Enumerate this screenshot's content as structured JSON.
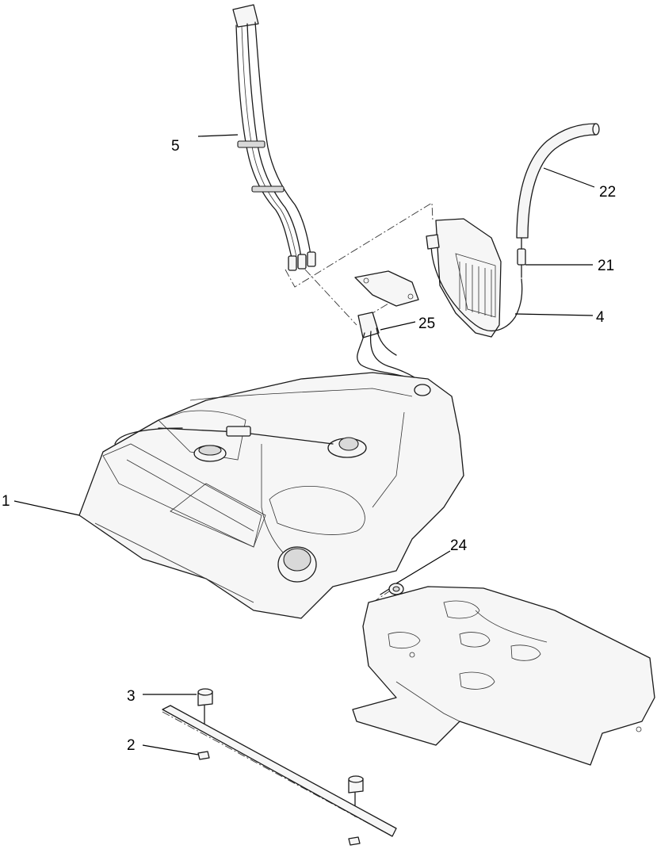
{
  "callouts": [
    {
      "id": "1",
      "text": "1",
      "part": "fuel-tank"
    },
    {
      "id": "2",
      "text": "2",
      "part": "nut"
    },
    {
      "id": "3",
      "text": "3",
      "part": "rubber-bumper"
    },
    {
      "id": "4",
      "text": "4",
      "part": "carbon-canister"
    },
    {
      "id": "5",
      "text": "5",
      "part": "fuel-hose-assembly"
    },
    {
      "id": "21",
      "text": "21",
      "part": "hose-fitting"
    },
    {
      "id": "22",
      "text": "22",
      "part": "vent-hose"
    },
    {
      "id": "24",
      "text": "24",
      "part": "clip"
    },
    {
      "id": "25",
      "text": "25",
      "part": "hose-connector"
    }
  ]
}
